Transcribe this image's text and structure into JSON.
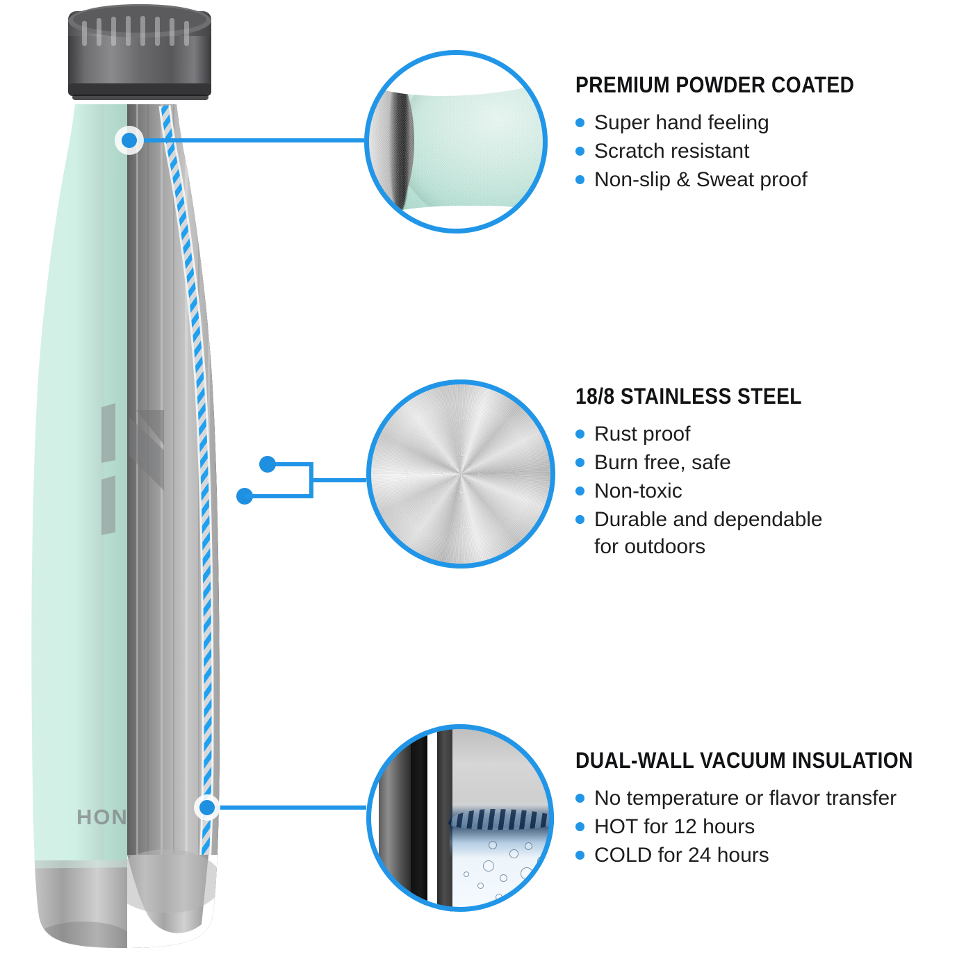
{
  "product": {
    "type": "insulated-water-bottle",
    "brand_text": "HON",
    "body_color_name": "mint",
    "colors": {
      "accent_blue": "#2196e8",
      "body_mint": "#cdeee3",
      "steel_gray": "#9a9a9a",
      "cap_dark": "#4a4a4c",
      "text_black": "#111214",
      "vacuum_hatch_blue": "#1fa0f0"
    }
  },
  "features": [
    {
      "id": "powder-coat",
      "title": "PREMIUM POWDER COATED",
      "bullets": [
        "Super hand feeling",
        "Scratch resistant",
        "Non-slip & Sweat proof"
      ],
      "callout_icon": "powder-coated-surface-macro"
    },
    {
      "id": "stainless-steel",
      "title": "18/8 STAINLESS STEEL",
      "bullets": [
        "Rust proof",
        "Burn free, safe",
        "Non-toxic",
        "Durable and dependable\nfor outdoors"
      ],
      "callout_icon": "brushed-stainless-steel-disc"
    },
    {
      "id": "vacuum-insulation",
      "title": "DUAL-WALL VACUUM INSULATION",
      "bullets": [
        "No temperature or flavor transfer",
        "HOT for 12 hours",
        "COLD for 24 hours"
      ],
      "callout_icon": "dual-wall-water-cross-section"
    }
  ]
}
